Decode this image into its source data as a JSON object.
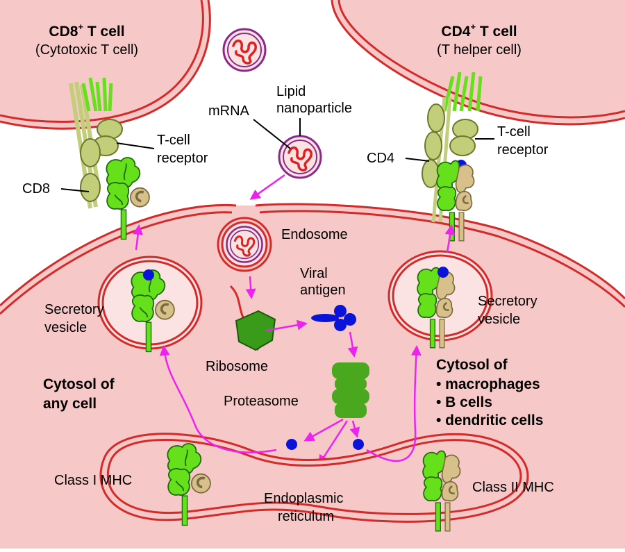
{
  "cd8_cell": {
    "title_main": "CD8",
    "title_sup": "+",
    "title_rest": " T cell",
    "subtitle": "(Cytotoxic T cell)"
  },
  "cd4_cell": {
    "title_main": "CD4",
    "title_sup": "+",
    "title_rest": " T cell",
    "subtitle": "(T helper cell)"
  },
  "labels": {
    "mrna": "mRNA",
    "lipid_line1": "Lipid",
    "lipid_line2": "nanoparticle",
    "tcr_left_line1": "T-cell",
    "tcr_left_line2": "receptor",
    "cd8": "CD8",
    "cd4": "CD4",
    "tcr_right_line1": "T-cell",
    "tcr_right_line2": "receptor",
    "endosome": "Endosome",
    "viral_line1": "Viral",
    "viral_line2": "antigen",
    "secretory_left_line1": "Secretory",
    "secretory_left_line2": "vesicle",
    "secretory_right_line1": "Secretory",
    "secretory_right_line2": "vesicle",
    "ribosome": "Ribosome",
    "proteasome": "Proteasome",
    "cytosol_any_line1": "Cytosol of",
    "cytosol_any_line2": "any cell",
    "cytosol_apc_line1": "Cytosol of",
    "cytosol_apc_item1": "• macrophages",
    "cytosol_apc_item2": "• B cells",
    "cytosol_apc_item3": "• dendritic cells",
    "class1": "Class I MHC",
    "class2": "Class II MHC",
    "er_line1": "Endoplasmic",
    "er_line2": "reticulum"
  },
  "colors": {
    "cytoplasm": "#f7c8c8",
    "membrane": "#d42a2a",
    "vesicle_fill": "#fbe3e3",
    "arrow": "#ee22ee",
    "mhc_green": "#66e01a",
    "tan": "#d8c08a",
    "olive": "#b5c766",
    "peptide": "#0a14d8",
    "ribosome": "#3a9a1a",
    "proteasome": "#4aa81f",
    "lnp_ring": "#8a2a8a"
  }
}
